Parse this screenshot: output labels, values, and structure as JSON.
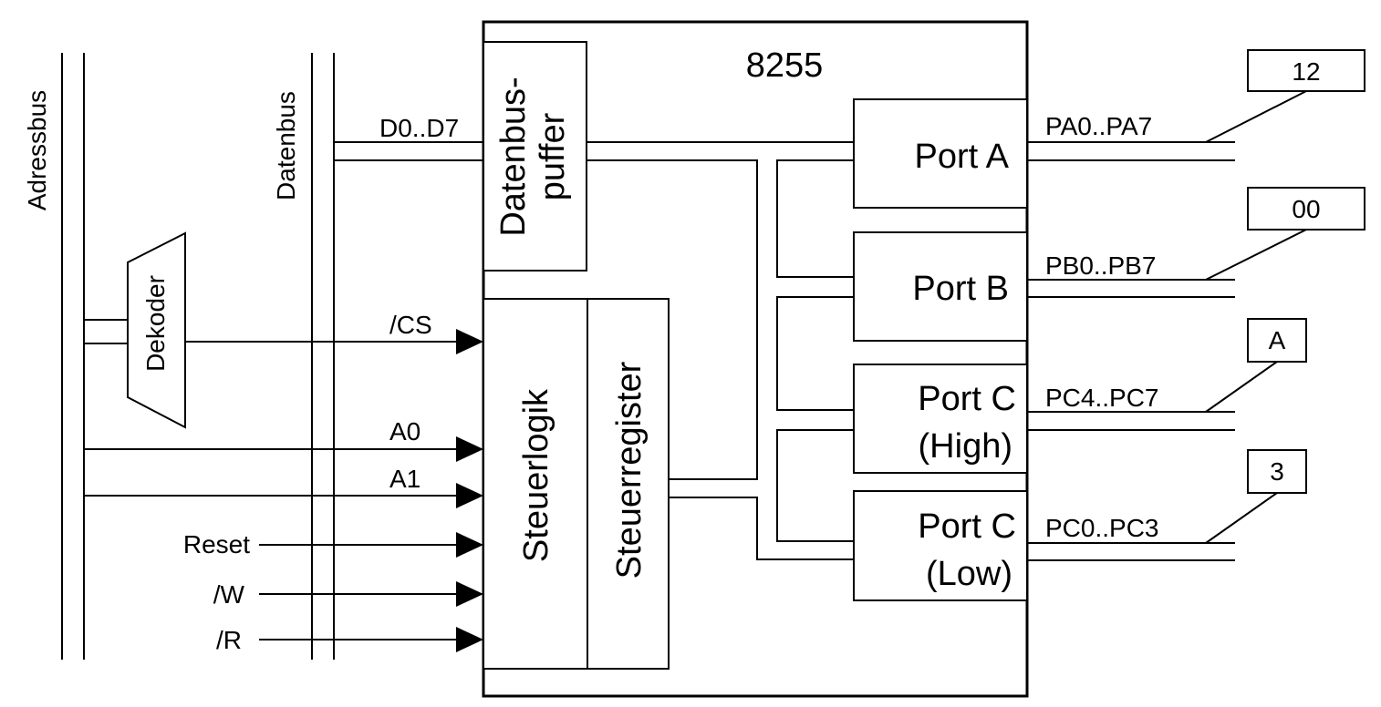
{
  "chip": {
    "title": "8255"
  },
  "buses": {
    "address": "Adressbus",
    "data": "Datenbus"
  },
  "decoder": "Dekoder",
  "blocks": {
    "buffer_line1": "Datenbus-",
    "buffer_line2": "puffer",
    "control_logic": "Steuerlogik",
    "control_register": "Steuerregister",
    "port_a": "Port A",
    "port_b": "Port B",
    "port_c_high_1": "Port C",
    "port_c_high_2": "(High)",
    "port_c_low_1": "Port C",
    "port_c_low_2": "(Low)"
  },
  "signals": {
    "data": "D0..D7",
    "cs": "/CS",
    "a0": "A0",
    "a1": "A1",
    "reset": "Reset",
    "write": "/W",
    "read": "/R"
  },
  "outputs": {
    "pa": "PA0..PA7",
    "pb": "PB0..PB7",
    "pc_high": "PC4..PC7",
    "pc_low": "PC0..PC3"
  },
  "callouts": {
    "pa": "12",
    "pb": "00",
    "pc_high": "A",
    "pc_low": "3"
  }
}
